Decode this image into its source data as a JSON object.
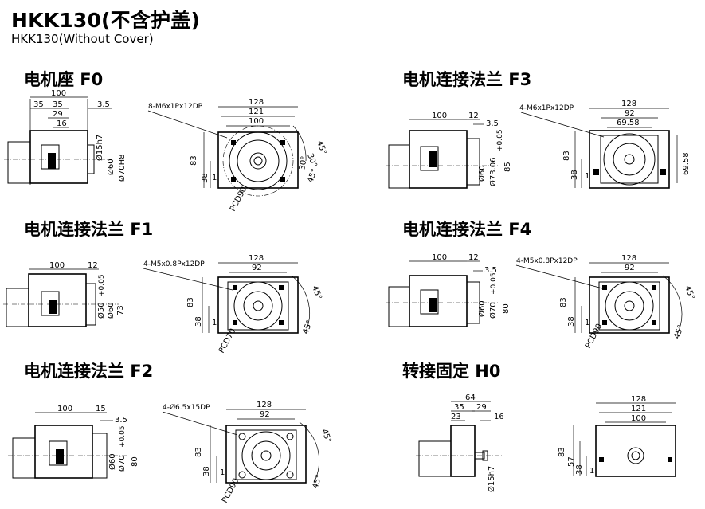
{
  "title": "HKK130(不含护盖)",
  "subtitle": "HKK130(Without Cover)",
  "sections": {
    "f0": {
      "title": "电机座 F0",
      "side": {
        "d100": "100",
        "d35a": "35",
        "d35b": "35",
        "d35": "3.5",
        "d29": "29",
        "d16": "16",
        "shaft": "Ø15h7",
        "d60": "Ø60",
        "d70": "Ø70H8"
      },
      "front": {
        "d128": "128",
        "d121": "121",
        "d100": "100",
        "d83": "83",
        "d38": "38",
        "d1": "1",
        "holes": "8-M6x1Px12DP",
        "pcd": "PCD90",
        "a45a": "45°",
        "a30a": "30°",
        "a30b": "30°",
        "a45b": "45°"
      }
    },
    "f1": {
      "title": "电机连接法兰 F1",
      "side": {
        "d100": "100",
        "d12": "12",
        "d50": "Ø50",
        "tol50": "+0.05",
        "tol50b": "+0",
        "d60": "Ø60",
        "d73": "73"
      },
      "front": {
        "d128": "128",
        "d92": "92",
        "d83": "83",
        "d38": "38",
        "d1": "1",
        "holes": "4-M5x0.8Px12DP",
        "pcd": "PCD70",
        "a45a": "45°",
        "a45b": "45°"
      }
    },
    "f2": {
      "title": "电机连接法兰 F2",
      "side": {
        "d100": "100",
        "d15": "15",
        "d35": "3.5",
        "d60": "Ø60",
        "d70": "Ø70",
        "tol": "+0.05",
        "tolb": "+0",
        "d80": "80"
      },
      "front": {
        "d128": "128",
        "d92": "92",
        "d83": "83",
        "d38": "38",
        "d1": "1",
        "holes": "4-Ø6.5x15DP",
        "pcd": "PCD90",
        "a45a": "45°",
        "a45b": "45°"
      }
    },
    "f3": {
      "title": "电机连接法兰 F3",
      "side": {
        "d100": "100",
        "d12": "12",
        "d35": "3.5",
        "d60": "Ø60",
        "d73": "Ø73.06",
        "tol": "+0.05",
        "tolb": "+0",
        "d85": "85"
      },
      "front": {
        "d128": "128",
        "d92": "92",
        "d6958": "69.58",
        "d6958v": "69.58",
        "d83": "83",
        "d38": "38",
        "d1": "1",
        "holes": "4-M6x1Px12DP"
      }
    },
    "f4": {
      "title": "电机连接法兰 F4",
      "side": {
        "d100": "100",
        "d12": "12",
        "d35": "3.5",
        "d60": "Ø60",
        "d70": "Ø70",
        "tol": "+0.05",
        "tolb": "+0",
        "d80": "80"
      },
      "front": {
        "d128": "128",
        "d92": "92",
        "d83": "83",
        "d38": "38",
        "d1": "1",
        "holes": "4-M5x0.8Px12DP",
        "pcd": "PCD90",
        "a45a": "45°",
        "a45b": "45°"
      }
    },
    "h0": {
      "title": "转接固定 H0",
      "side": {
        "d64": "64",
        "d35": "35",
        "d29": "29",
        "d23": "23",
        "d16": "16",
        "shaft": "Ø15h7"
      },
      "front": {
        "d128": "128",
        "d121": "121",
        "d100": "100",
        "d83": "83",
        "d57": "57",
        "d38": "38",
        "d1": "1"
      }
    }
  }
}
